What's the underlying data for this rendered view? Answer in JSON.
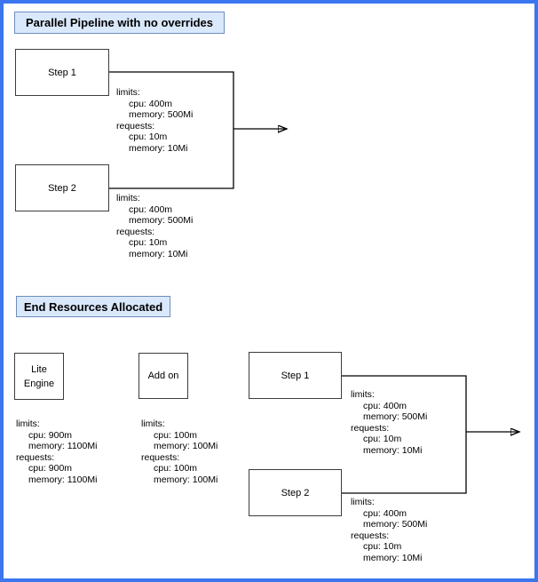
{
  "page": {
    "selection_border_color": "#3b76ef",
    "header_fill_color": "#dae8fc",
    "header_border_color": "#6c8ebf"
  },
  "section_top": {
    "title": "Parallel Pipeline with no overrides",
    "step1": {
      "label": "Step 1"
    },
    "step2": {
      "label": "Step 2"
    },
    "step1_resources": {
      "lines": [
        "limits:",
        "cpu: 400m",
        "memory: 500Mi",
        "requests:",
        "cpu: 10m",
        "memory: 10Mi"
      ]
    },
    "step2_resources": {
      "lines": [
        "limits:",
        "cpu: 400m",
        "memory: 500Mi",
        "requests:",
        "cpu: 10m",
        "memory: 10Mi"
      ]
    }
  },
  "section_bottom": {
    "title": "End Resources Allocated",
    "lite_engine": {
      "label_line1": "Lite",
      "label_line2": "Engine"
    },
    "addon": {
      "label": "Add on"
    },
    "step1": {
      "label": "Step 1"
    },
    "step2": {
      "label": "Step 2"
    },
    "lite_engine_resources": {
      "lines": [
        "limits:",
        "cpu: 900m",
        "memory: 1100Mi",
        "requests:",
        "cpu: 900m",
        "memory: 1100Mi"
      ]
    },
    "addon_resources": {
      "lines": [
        "limits:",
        "cpu: 100m",
        "memory: 100Mi",
        "requests:",
        "cpu: 100m",
        "memory: 100Mi"
      ]
    },
    "step1_resources": {
      "lines": [
        "limits:",
        "cpu: 400m",
        "memory: 500Mi",
        "requests:",
        "cpu: 10m",
        "memory: 10Mi"
      ]
    },
    "step2_resources": {
      "lines": [
        "limits:",
        "cpu: 400m",
        "memory: 500Mi",
        "requests:",
        "cpu: 10m",
        "memory: 10Mi"
      ]
    }
  }
}
